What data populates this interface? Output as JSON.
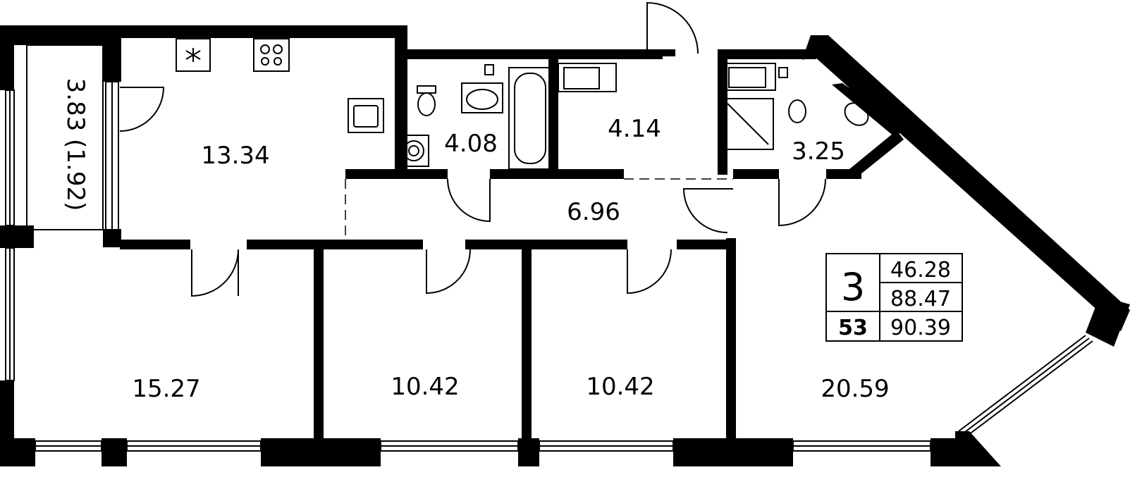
{
  "plan": {
    "colors": {
      "wall": "#000000",
      "background": "#ffffff"
    },
    "rooms": [
      {
        "id": "balcony",
        "area": "3.83 (1.92)"
      },
      {
        "id": "kitchen",
        "area": "13.34"
      },
      {
        "id": "bathroom",
        "area": "4.08"
      },
      {
        "id": "utility",
        "area": "4.14"
      },
      {
        "id": "wc",
        "area": "3.25"
      },
      {
        "id": "hall",
        "area": "6.96"
      },
      {
        "id": "bedroom-1",
        "area": "15.27"
      },
      {
        "id": "bedroom-2",
        "area": "10.42"
      },
      {
        "id": "bedroom-3",
        "area": "10.42"
      },
      {
        "id": "living-room",
        "area": "20.59"
      }
    ],
    "summary": {
      "rooms_count": "3",
      "apartment_number": "53",
      "living_area": "46.28",
      "total_area": "88.47",
      "total_with_balcony": "90.39"
    }
  }
}
